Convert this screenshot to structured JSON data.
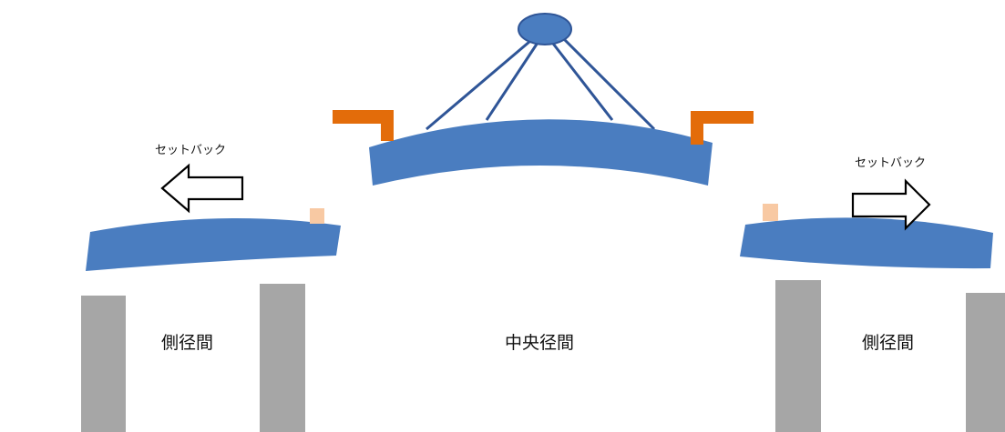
{
  "labels": {
    "setback_left": "セットバック",
    "setback_right": "セットバック",
    "side_span_left": "側径間",
    "center_span": "中央径間",
    "side_span_right": "側径間"
  },
  "colors": {
    "girder": "#4a7dc0",
    "cable": "#2f5597",
    "bracket": "#e36c0a",
    "bearing": "#f8c9a3",
    "pier": "#a6a6a6",
    "arrow_fill": "#ffffff",
    "arrow_stroke": "#000000"
  }
}
